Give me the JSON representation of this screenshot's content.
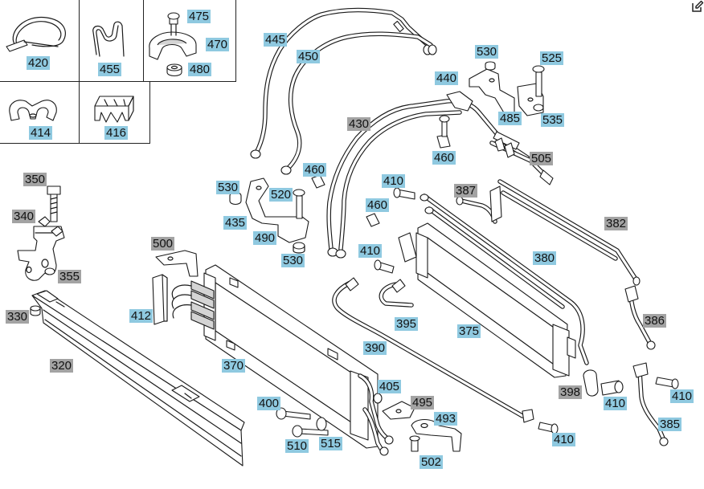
{
  "toolbar": {
    "edit_icon": "edit-icon"
  },
  "callouts": [
    {
      "id": "c420",
      "text": "420",
      "style": "blue"
    },
    {
      "id": "c455",
      "text": "455",
      "style": "blue"
    },
    {
      "id": "c475",
      "text": "475",
      "style": "blue"
    },
    {
      "id": "c470",
      "text": "470",
      "style": "blue"
    },
    {
      "id": "c480",
      "text": "480",
      "style": "blue"
    },
    {
      "id": "c414",
      "text": "414",
      "style": "blue"
    },
    {
      "id": "c416",
      "text": "416",
      "style": "blue"
    },
    {
      "id": "c445",
      "text": "445",
      "style": "blue"
    },
    {
      "id": "c450",
      "text": "450",
      "style": "blue"
    },
    {
      "id": "c430",
      "text": "430",
      "style": "gray"
    },
    {
      "id": "c530a",
      "text": "530",
      "style": "blue"
    },
    {
      "id": "c440",
      "text": "440",
      "style": "blue"
    },
    {
      "id": "c525",
      "text": "525",
      "style": "blue"
    },
    {
      "id": "c485",
      "text": "485",
      "style": "blue"
    },
    {
      "id": "c535",
      "text": "535",
      "style": "blue"
    },
    {
      "id": "c460a",
      "text": "460",
      "style": "blue"
    },
    {
      "id": "c505",
      "text": "505",
      "style": "gray"
    },
    {
      "id": "c350",
      "text": "350",
      "style": "gray"
    },
    {
      "id": "c340",
      "text": "340",
      "style": "gray"
    },
    {
      "id": "c355",
      "text": "355",
      "style": "gray"
    },
    {
      "id": "c330",
      "text": "330",
      "style": "gray"
    },
    {
      "id": "c320",
      "text": "320",
      "style": "gray"
    },
    {
      "id": "c530b",
      "text": "530",
      "style": "blue"
    },
    {
      "id": "c435",
      "text": "435",
      "style": "blue"
    },
    {
      "id": "c520",
      "text": "520",
      "style": "blue"
    },
    {
      "id": "c460b",
      "text": "460",
      "style": "blue"
    },
    {
      "id": "c460c",
      "text": "460",
      "style": "blue"
    },
    {
      "id": "c490",
      "text": "490",
      "style": "blue"
    },
    {
      "id": "c530c",
      "text": "530",
      "style": "blue"
    },
    {
      "id": "c410a",
      "text": "410",
      "style": "blue"
    },
    {
      "id": "c387",
      "text": "387",
      "style": "gray"
    },
    {
      "id": "c382",
      "text": "382",
      "style": "gray"
    },
    {
      "id": "c380",
      "text": "380",
      "style": "blue"
    },
    {
      "id": "c410b",
      "text": "410",
      "style": "blue"
    },
    {
      "id": "c500",
      "text": "500",
      "style": "gray"
    },
    {
      "id": "c412",
      "text": "412",
      "style": "blue"
    },
    {
      "id": "c395",
      "text": "395",
      "style": "blue"
    },
    {
      "id": "c375",
      "text": "375",
      "style": "blue"
    },
    {
      "id": "c386",
      "text": "386",
      "style": "gray"
    },
    {
      "id": "c390",
      "text": "390",
      "style": "blue"
    },
    {
      "id": "c370",
      "text": "370",
      "style": "blue"
    },
    {
      "id": "c405",
      "text": "405",
      "style": "blue"
    },
    {
      "id": "c398",
      "text": "398",
      "style": "gray"
    },
    {
      "id": "c410c",
      "text": "410",
      "style": "blue"
    },
    {
      "id": "c410d",
      "text": "410",
      "style": "blue"
    },
    {
      "id": "c400",
      "text": "400",
      "style": "blue"
    },
    {
      "id": "c495",
      "text": "495",
      "style": "gray"
    },
    {
      "id": "c493",
      "text": "493",
      "style": "blue"
    },
    {
      "id": "c385",
      "text": "385",
      "style": "blue"
    },
    {
      "id": "c510",
      "text": "510",
      "style": "blue"
    },
    {
      "id": "c515",
      "text": "515",
      "style": "blue"
    },
    {
      "id": "c410e",
      "text": "410",
      "style": "blue"
    },
    {
      "id": "c502",
      "text": "502",
      "style": "blue"
    }
  ]
}
